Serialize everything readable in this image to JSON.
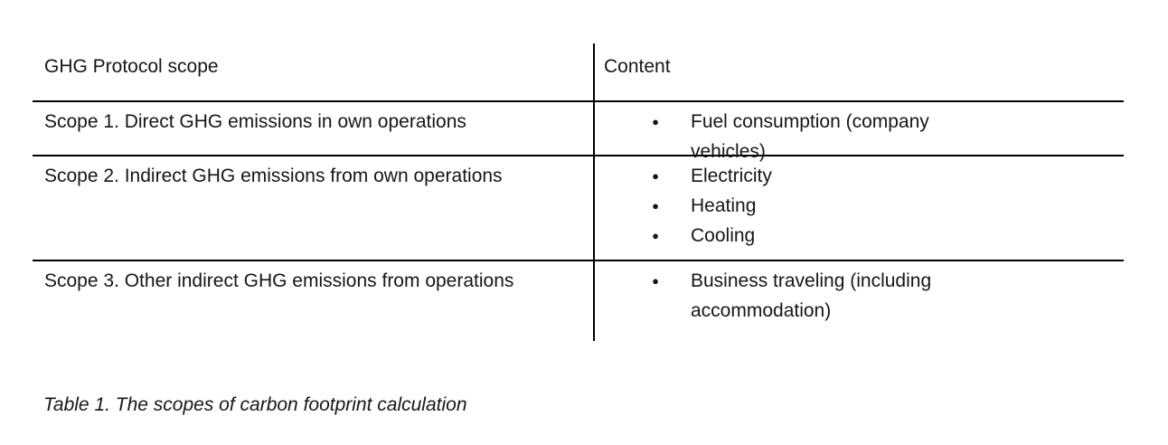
{
  "glyphs": {
    "bullet": "●"
  },
  "colors": {
    "text": "#161616",
    "rule": "#000000",
    "background": "#ffffff"
  },
  "caption": "Table 1. The scopes of carbon footprint calculation",
  "table": {
    "columns": [
      {
        "label": "GHG Protocol scope"
      },
      {
        "label": "Content"
      }
    ],
    "rows": [
      {
        "scope": "Scope 1. Direct GHG emissions in own operations",
        "items": [
          "Fuel consumption (company vehicles)"
        ]
      },
      {
        "scope": "Scope 2. Indirect GHG emissions from own operations",
        "items": [
          "Electricity",
          "Heating",
          "Cooling"
        ]
      },
      {
        "scope": "Scope 3. Other indirect GHG emissions from operations",
        "items": [
          "Business traveling (including accommodation)"
        ]
      }
    ]
  }
}
